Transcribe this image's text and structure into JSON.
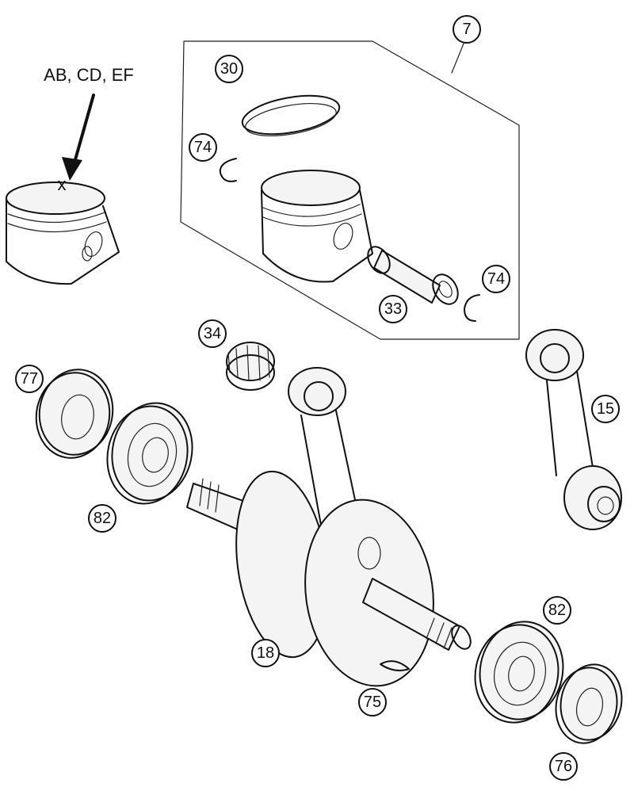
{
  "marker_label": "AB, CD, EF",
  "marker_symbol": "x",
  "callouts": {
    "kit": "7",
    "ring": "30",
    "circlip_left": "74",
    "circlip_right": "74",
    "pin": "33",
    "needle_bearing": "34",
    "con_rod": "15",
    "seal_left": "77",
    "bearing_left": "82",
    "crankshaft": "18",
    "woodruff_key": "75",
    "bearing_right": "82",
    "seal_right": "76"
  }
}
